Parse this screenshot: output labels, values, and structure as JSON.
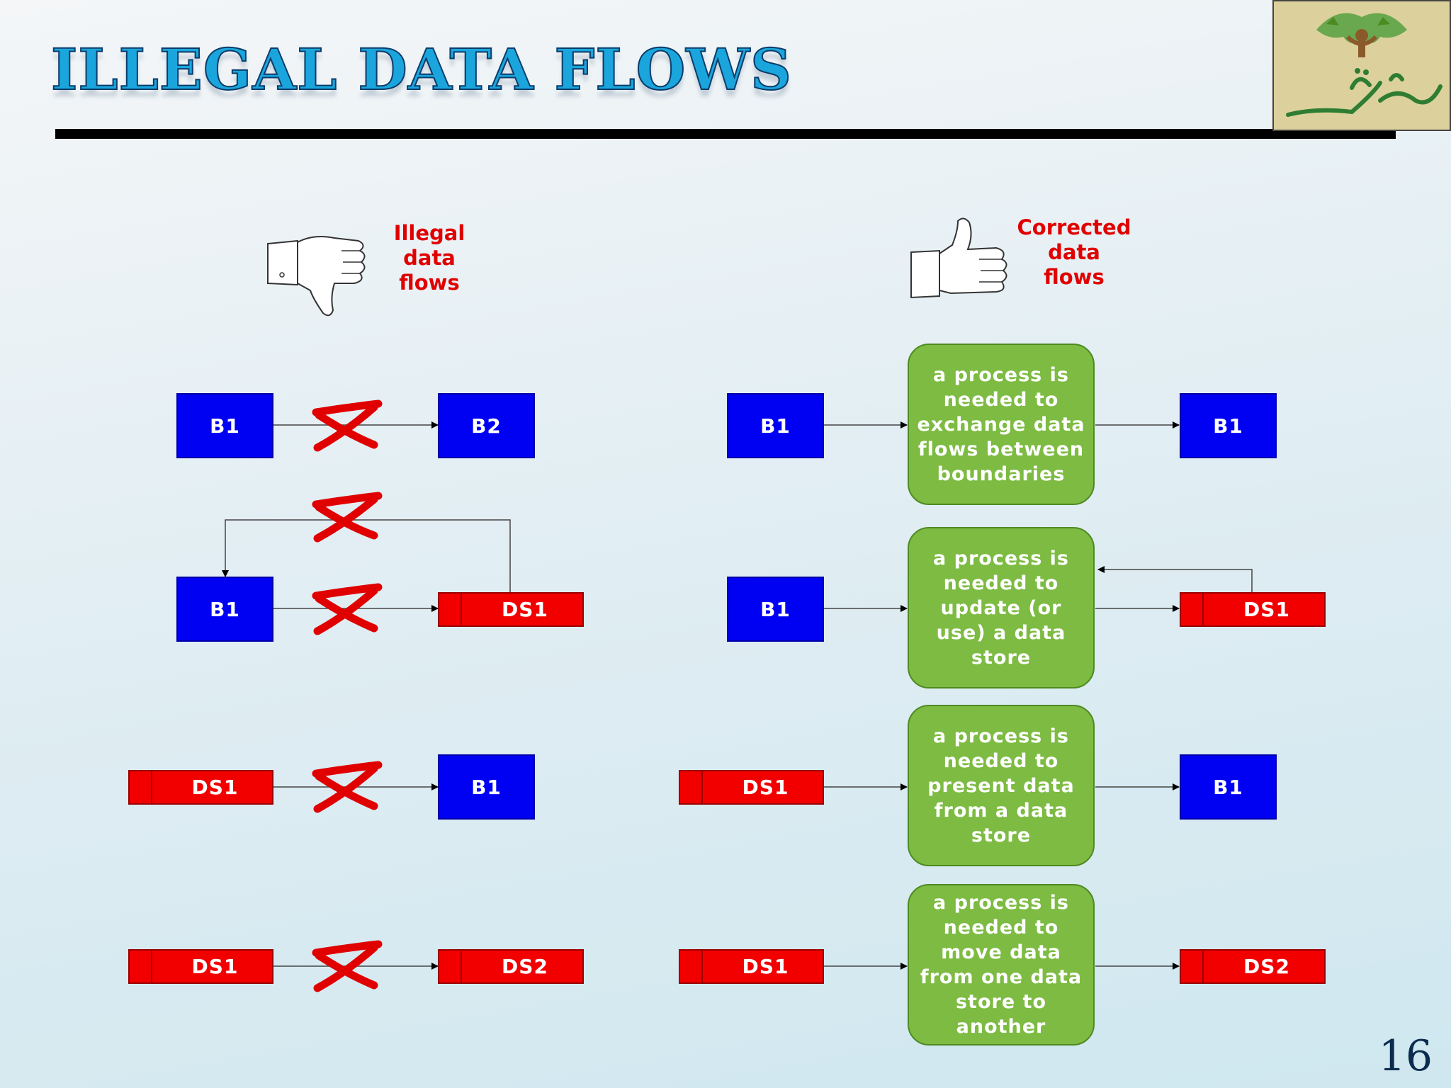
{
  "title": "ILLEGAL DATA FLOWS",
  "page_number": "16",
  "illegal_heading": "Illegal\ndata\nflows",
  "corrected_heading": "Corrected\ndata\nflows",
  "illegal": {
    "row1": {
      "from": "B1",
      "to": "B2"
    },
    "row2": {
      "from": "B1",
      "to": "DS1"
    },
    "row3": {
      "from": "DS1",
      "to": "B1"
    },
    "row4": {
      "from": "DS1",
      "to": "DS2"
    }
  },
  "corrected": {
    "row1": {
      "from": "B1",
      "process": "a process is\nneeded to\nexchange data\nflows between\nboundaries",
      "to": "B1"
    },
    "row2": {
      "from": "B1",
      "process": "a process is\nneeded to\nupdate (or\nuse) a data\nstore",
      "to": "DS1"
    },
    "row3": {
      "from": "DS1",
      "process": "a process is\nneeded to\npresent data\nfrom a data\nstore",
      "to": "B1"
    },
    "row4": {
      "from": "DS1",
      "process": "a process is\nneeded to\nmove data\nfrom one data\nstore to\nanother",
      "to": "DS2"
    }
  },
  "colors": {
    "boundary": "#0000f2",
    "data_store": "#f20000",
    "process": "#7dbb42",
    "cross": "#e00000",
    "heading": "#e00000"
  },
  "icons": {
    "illegal": "thumbs-down-icon",
    "corrected": "thumbs-up-icon",
    "invalid": "red-cross-icon",
    "logo": "tree-logo-icon"
  }
}
